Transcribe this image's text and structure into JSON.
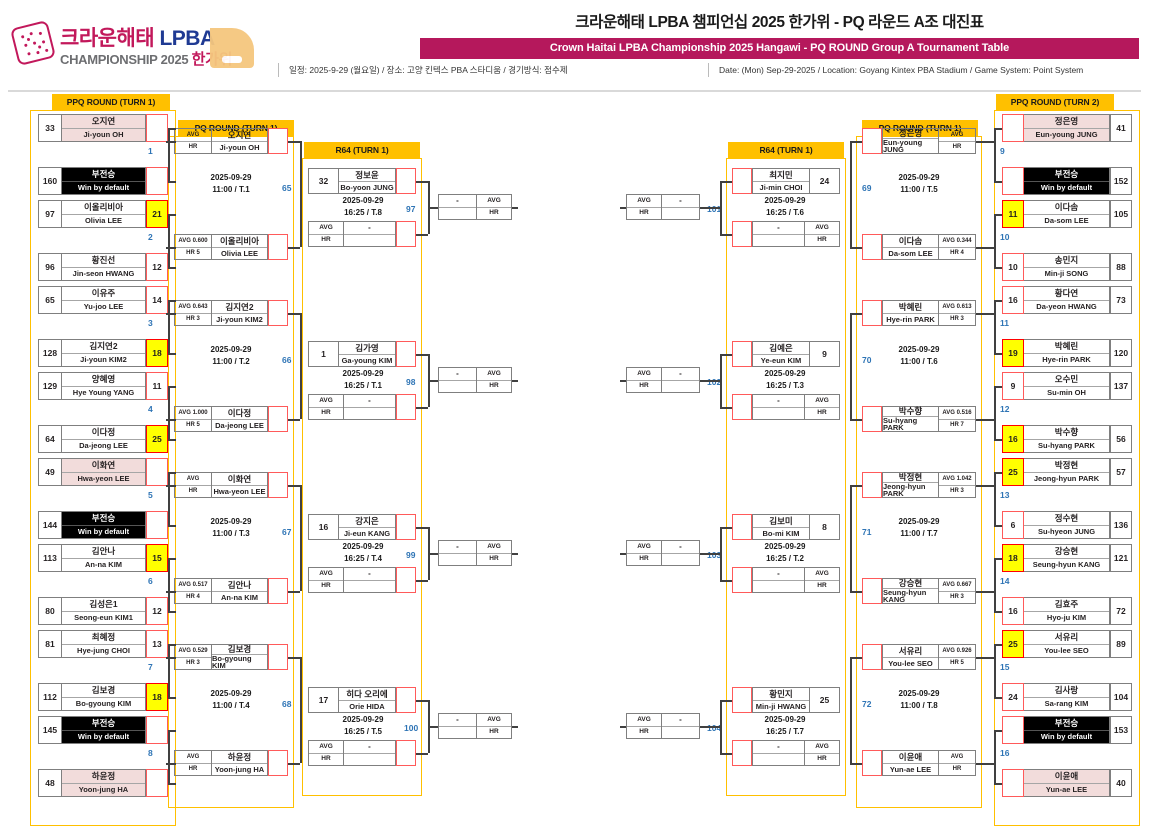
{
  "header": {
    "logo": {
      "brand_ko": "크라운해태",
      "brand_en": "LPBA",
      "sub": "CHAMPIONSHIP 2025",
      "sub_ko": "한가위"
    },
    "title_ko": "크라운해태 LPBA 챔피언십 2025 한가위 - PQ 라운드 A조 대진표",
    "title_en": "Crown Haitai LPBA Championship 2025 Hangawi - PQ ROUND Group A Tournament Table",
    "meta_ko": "일정: 2025-9-29 (월요일) / 장소: 고양 킨텍스 PBA 스타디움 / 경기방식: 점수제",
    "meta_en": "Date: (Mon) Sep-29-2025 / Location: Goyang Kintex PBA Stadium / Game System: Point System",
    "accent": "#b5185c",
    "round_header_bg": "#ffc000"
  },
  "columns": {
    "ppq_turn1": "PPQ ROUND (TURN 1)",
    "pq_turn1_left": "PQ ROUND (TURN 1)",
    "r64_left": "R64 (TURN 1)",
    "r64_right": "R64 (TURN 1)",
    "pq_turn1_right": "PQ ROUND (TURN 1)",
    "ppq_turn2": "PPQ ROUND (TURN 2)"
  },
  "labels": {
    "avg": "AVG",
    "hr": "HR",
    "dash": "-"
  },
  "ppq_left": [
    {
      "seed": "33",
      "ko": "오지연",
      "en": "Ji-youn OH",
      "score": "",
      "style": "pink",
      "win": false
    },
    {
      "seed": "160",
      "ko": "부전승",
      "en": "Win by default",
      "score": "",
      "style": "black",
      "win": false
    },
    {
      "seed": "97",
      "ko": "이올리비아",
      "en": "Olivia LEE",
      "score": "21",
      "style": "plain",
      "win": true
    },
    {
      "seed": "96",
      "ko": "황진선",
      "en": "Jin-seon HWANG",
      "score": "12",
      "style": "plain",
      "win": false
    },
    {
      "seed": "65",
      "ko": "이유주",
      "en": "Yu-joo LEE",
      "score": "14",
      "style": "plain",
      "win": false
    },
    {
      "seed": "128",
      "ko": "김지연2",
      "en": "Ji-youn KIM2",
      "score": "18",
      "style": "plain",
      "win": true
    },
    {
      "seed": "129",
      "ko": "양혜영",
      "en": "Hye Young YANG",
      "score": "11",
      "style": "plain",
      "win": false
    },
    {
      "seed": "64",
      "ko": "이다정",
      "en": "Da-jeong LEE",
      "score": "25",
      "style": "plain",
      "win": true
    },
    {
      "seed": "49",
      "ko": "이화연",
      "en": "Hwa-yeon LEE",
      "score": "",
      "style": "pink",
      "win": false
    },
    {
      "seed": "144",
      "ko": "부전승",
      "en": "Win by default",
      "score": "",
      "style": "black",
      "win": false
    },
    {
      "seed": "113",
      "ko": "김안나",
      "en": "An-na KIM",
      "score": "15",
      "style": "plain",
      "win": true
    },
    {
      "seed": "80",
      "ko": "김성은1",
      "en": "Seong-eun KIM1",
      "score": "12",
      "style": "plain",
      "win": false
    },
    {
      "seed": "81",
      "ko": "최혜정",
      "en": "Hye-jung CHOI",
      "score": "13",
      "style": "plain",
      "win": false
    },
    {
      "seed": "112",
      "ko": "김보경",
      "en": "Bo-gyoung KIM",
      "score": "18",
      "style": "plain",
      "win": true
    },
    {
      "seed": "145",
      "ko": "부전승",
      "en": "Win by default",
      "score": "",
      "style": "black",
      "win": false
    },
    {
      "seed": "48",
      "ko": "하윤정",
      "en": "Yoon-jung HA",
      "score": "",
      "style": "pink",
      "win": false
    }
  ],
  "ppq_left_match_nos": [
    "1",
    "2",
    "3",
    "4",
    "5",
    "6",
    "7",
    "8"
  ],
  "pq_left": [
    {
      "no": "65",
      "date": "2025-09-29",
      "time": "11:00 / T.1",
      "top": {
        "avg": "AVG",
        "hr": "HR",
        "ko": "오지연",
        "en": "Ji-youn OH"
      },
      "bottom": {
        "avg": "AVG 0.600",
        "hr": "HR 5",
        "ko": "이올리비아",
        "en": "Olivia LEE"
      }
    },
    {
      "no": "66",
      "date": "2025-09-29",
      "time": "11:00 / T.2",
      "top": {
        "avg": "AVG 0.643",
        "hr": "HR 3",
        "ko": "김지연2",
        "en": "Ji-youn KIM2"
      },
      "bottom": {
        "avg": "AVG 1.000",
        "hr": "HR 5",
        "ko": "이다정",
        "en": "Da-jeong LEE"
      }
    },
    {
      "no": "67",
      "date": "2025-09-29",
      "time": "11:00 / T.3",
      "top": {
        "avg": "AVG",
        "hr": "HR",
        "ko": "이화연",
        "en": "Hwa-yeon LEE"
      },
      "bottom": {
        "avg": "AVG 0.517",
        "hr": "HR 4",
        "ko": "김안나",
        "en": "An-na KIM"
      }
    },
    {
      "no": "68",
      "date": "2025-09-29",
      "time": "11:00 / T.4",
      "top": {
        "avg": "AVG 0.529",
        "hr": "HR 3",
        "ko": "김보경",
        "en": "Bo-gyoung KIM"
      },
      "bottom": {
        "avg": "AVG",
        "hr": "HR",
        "ko": "하윤정",
        "en": "Yoon-jung HA"
      }
    }
  ],
  "r64_left": [
    {
      "no": "97",
      "seed": "32",
      "ko": "정보윤",
      "en": "Bo-yoon JUNG",
      "date": "2025-09-29",
      "time": "16:25 / T.8"
    },
    {
      "no": "98",
      "seed": "1",
      "ko": "김가영",
      "en": "Ga-young KIM",
      "date": "2025-09-29",
      "time": "16:25 / T.1"
    },
    {
      "no": "99",
      "seed": "16",
      "ko": "강지은",
      "en": "Ji-eun KANG",
      "date": "2025-09-29",
      "time": "16:25 / T.4"
    },
    {
      "no": "100",
      "seed": "17",
      "ko": "히다 오리에",
      "en": "Orie HIDA",
      "date": "2025-09-29",
      "time": "16:25 / T.5"
    }
  ],
  "r64_right": [
    {
      "no": "101",
      "seed": "24",
      "ko": "최지민",
      "en": "Ji-min CHOI",
      "date": "2025-09-29",
      "time": "16:25 / T.6"
    },
    {
      "no": "102",
      "seed": "9",
      "ko": "김예은",
      "en": "Ye-eun KIM",
      "date": "2025-09-29",
      "time": "16:25 / T.3"
    },
    {
      "no": "103",
      "seed": "8",
      "ko": "김보미",
      "en": "Bo-mi KIM",
      "date": "2025-09-29",
      "time": "16:25 / T.2"
    },
    {
      "no": "104",
      "seed": "25",
      "ko": "황민지",
      "en": "Min-ji HWANG",
      "date": "2025-09-29",
      "time": "16:25 / T.7"
    }
  ],
  "pq_right": [
    {
      "no": "69",
      "date": "2025-09-29",
      "time": "11:00 / T.5",
      "top": {
        "avg": "AVG",
        "hr": "HR",
        "ko": "정은영",
        "en": "Eun-young JUNG"
      },
      "bottom": {
        "avg": "AVG 0.344",
        "hr": "HR 4",
        "ko": "이다솜",
        "en": "Da-som LEE"
      }
    },
    {
      "no": "70",
      "date": "2025-09-29",
      "time": "11:00 / T.6",
      "top": {
        "avg": "AVG 0.613",
        "hr": "HR 3",
        "ko": "박혜린",
        "en": "Hye-rin PARK"
      },
      "bottom": {
        "avg": "AVG 0.516",
        "hr": "HR 7",
        "ko": "박수향",
        "en": "Su-hyang PARK"
      }
    },
    {
      "no": "71",
      "date": "2025-09-29",
      "time": "11:00 / T.7",
      "top": {
        "avg": "AVG 1.042",
        "hr": "HR 3",
        "ko": "박정현",
        "en": "Jeong-hyun PARK"
      },
      "bottom": {
        "avg": "AVG 0.667",
        "hr": "HR 3",
        "ko": "강승현",
        "en": "Seung-hyun KANG"
      }
    },
    {
      "no": "72",
      "date": "2025-09-29",
      "time": "11:00 / T.8",
      "top": {
        "avg": "AVG 0.926",
        "hr": "HR 5",
        "ko": "서유리",
        "en": "You-lee SEO"
      },
      "bottom": {
        "avg": "AVG",
        "hr": "HR",
        "ko": "이윤애",
        "en": "Yun-ae LEE"
      }
    }
  ],
  "ppq_right": [
    {
      "score": "",
      "ko": "정은영",
      "en": "Eun-young JUNG",
      "seed": "41",
      "style": "pink",
      "win": false
    },
    {
      "score": "",
      "ko": "부전승",
      "en": "Win by default",
      "seed": "152",
      "style": "black",
      "win": false
    },
    {
      "score": "11",
      "ko": "이다솜",
      "en": "Da-som LEE",
      "seed": "105",
      "style": "plain",
      "win": true
    },
    {
      "score": "10",
      "ko": "송민지",
      "en": "Min-ji SONG",
      "seed": "88",
      "style": "plain",
      "win": false
    },
    {
      "score": "16",
      "ko": "황다연",
      "en": "Da-yeon HWANG",
      "seed": "73",
      "style": "plain",
      "win": false
    },
    {
      "score": "19",
      "ko": "박혜린",
      "en": "Hye-rin PARK",
      "seed": "120",
      "style": "plain",
      "win": true
    },
    {
      "score": "9",
      "ko": "오수민",
      "en": "Su-min OH",
      "seed": "137",
      "style": "plain",
      "win": false
    },
    {
      "score": "16",
      "ko": "박수향",
      "en": "Su-hyang PARK",
      "seed": "56",
      "style": "plain",
      "win": true
    },
    {
      "score": "25",
      "ko": "박정현",
      "en": "Jeong-hyun PARK",
      "seed": "57",
      "style": "plain",
      "win": true
    },
    {
      "score": "6",
      "ko": "정수현",
      "en": "Su-hyeon JUNG",
      "seed": "136",
      "style": "plain",
      "win": false
    },
    {
      "score": "18",
      "ko": "강승현",
      "en": "Seung-hyun KANG",
      "seed": "121",
      "style": "plain",
      "win": true
    },
    {
      "score": "16",
      "ko": "김효주",
      "en": "Hyo-ju KIM",
      "seed": "72",
      "style": "plain",
      "win": false
    },
    {
      "score": "25",
      "ko": "서유리",
      "en": "You-lee SEO",
      "seed": "89",
      "style": "plain",
      "win": true
    },
    {
      "score": "24",
      "ko": "김사랑",
      "en": "Sa-rang KIM",
      "seed": "104",
      "style": "plain",
      "win": false
    },
    {
      "score": "",
      "ko": "부전승",
      "en": "Win by default",
      "seed": "153",
      "style": "black",
      "win": false
    },
    {
      "score": "",
      "ko": "이윤애",
      "en": "Yun-ae LEE",
      "seed": "40",
      "style": "pink",
      "win": false
    }
  ],
  "ppq_right_match_nos": [
    "9",
    "10",
    "11",
    "12",
    "13",
    "14",
    "15",
    "16"
  ]
}
